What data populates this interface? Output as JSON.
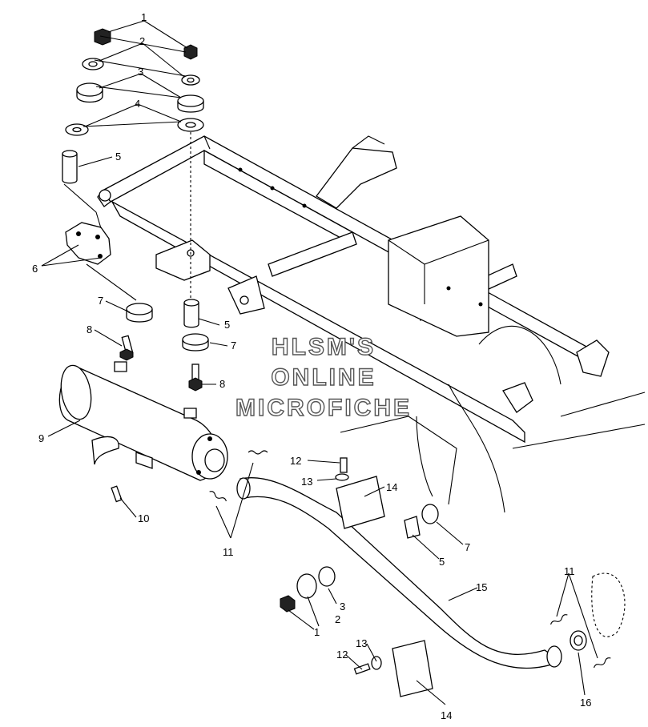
{
  "watermark": {
    "line1": "HLSM'S",
    "line2": "ONLINE",
    "line3": "MICROFICHE"
  },
  "callouts": {
    "c1a": "1",
    "c2a": "2",
    "c3a": "3",
    "c4a": "4",
    "c5a": "5",
    "c6": "6",
    "c7a": "7",
    "c8a": "8",
    "c5b": "5",
    "c7b": "7",
    "c8b": "8",
    "c9": "9",
    "c10": "10",
    "c11a": "11",
    "c12a": "12",
    "c13a": "13",
    "c14a": "14",
    "c7c": "7",
    "c5c": "5",
    "c15": "15",
    "c3b": "3",
    "c2b": "2",
    "c1b": "1",
    "c11b": "11",
    "c13b": "13",
    "c12b": "12",
    "c14b": "14",
    "c16": "16"
  }
}
